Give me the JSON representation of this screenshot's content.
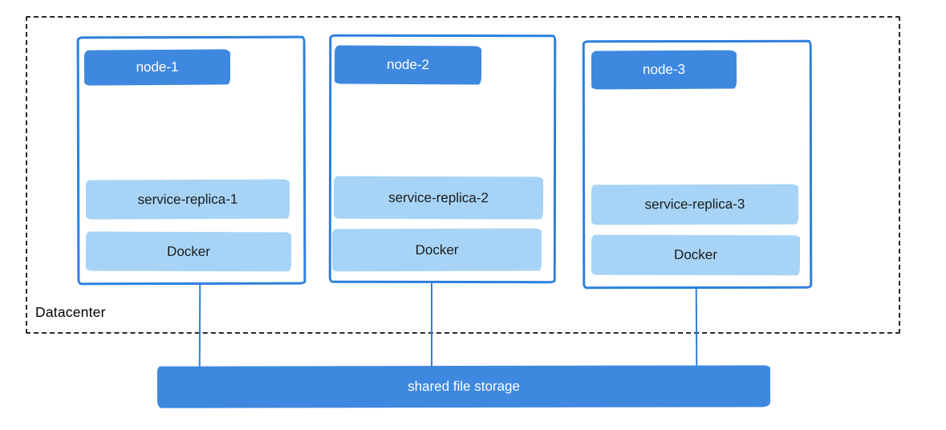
{
  "diagram": {
    "type": "architecture-sketch",
    "boundary_label": "Datacenter",
    "nodes": [
      {
        "title": "node-1",
        "service": "service-replica-1",
        "runtime": "Docker"
      },
      {
        "title": "node-2",
        "service": "service-replica-2",
        "runtime": "Docker"
      },
      {
        "title": "node-3",
        "service": "service-replica-3",
        "runtime": "Docker"
      }
    ],
    "storage_label": "shared file storage",
    "connections": [
      {
        "from": "node-1",
        "to": "shared file storage"
      },
      {
        "from": "node-2",
        "to": "shared file storage"
      },
      {
        "from": "node-3",
        "to": "shared file storage"
      }
    ],
    "colors": {
      "solid_blue": "#3e88e0",
      "light_blue": "#a7d4f6",
      "node_border_blue": "#2f7fde",
      "boundary_dash": "#2a2a2a",
      "dark_text": "#1b1b1b",
      "white_text": "#ffffff",
      "background": "#ffffff"
    }
  }
}
